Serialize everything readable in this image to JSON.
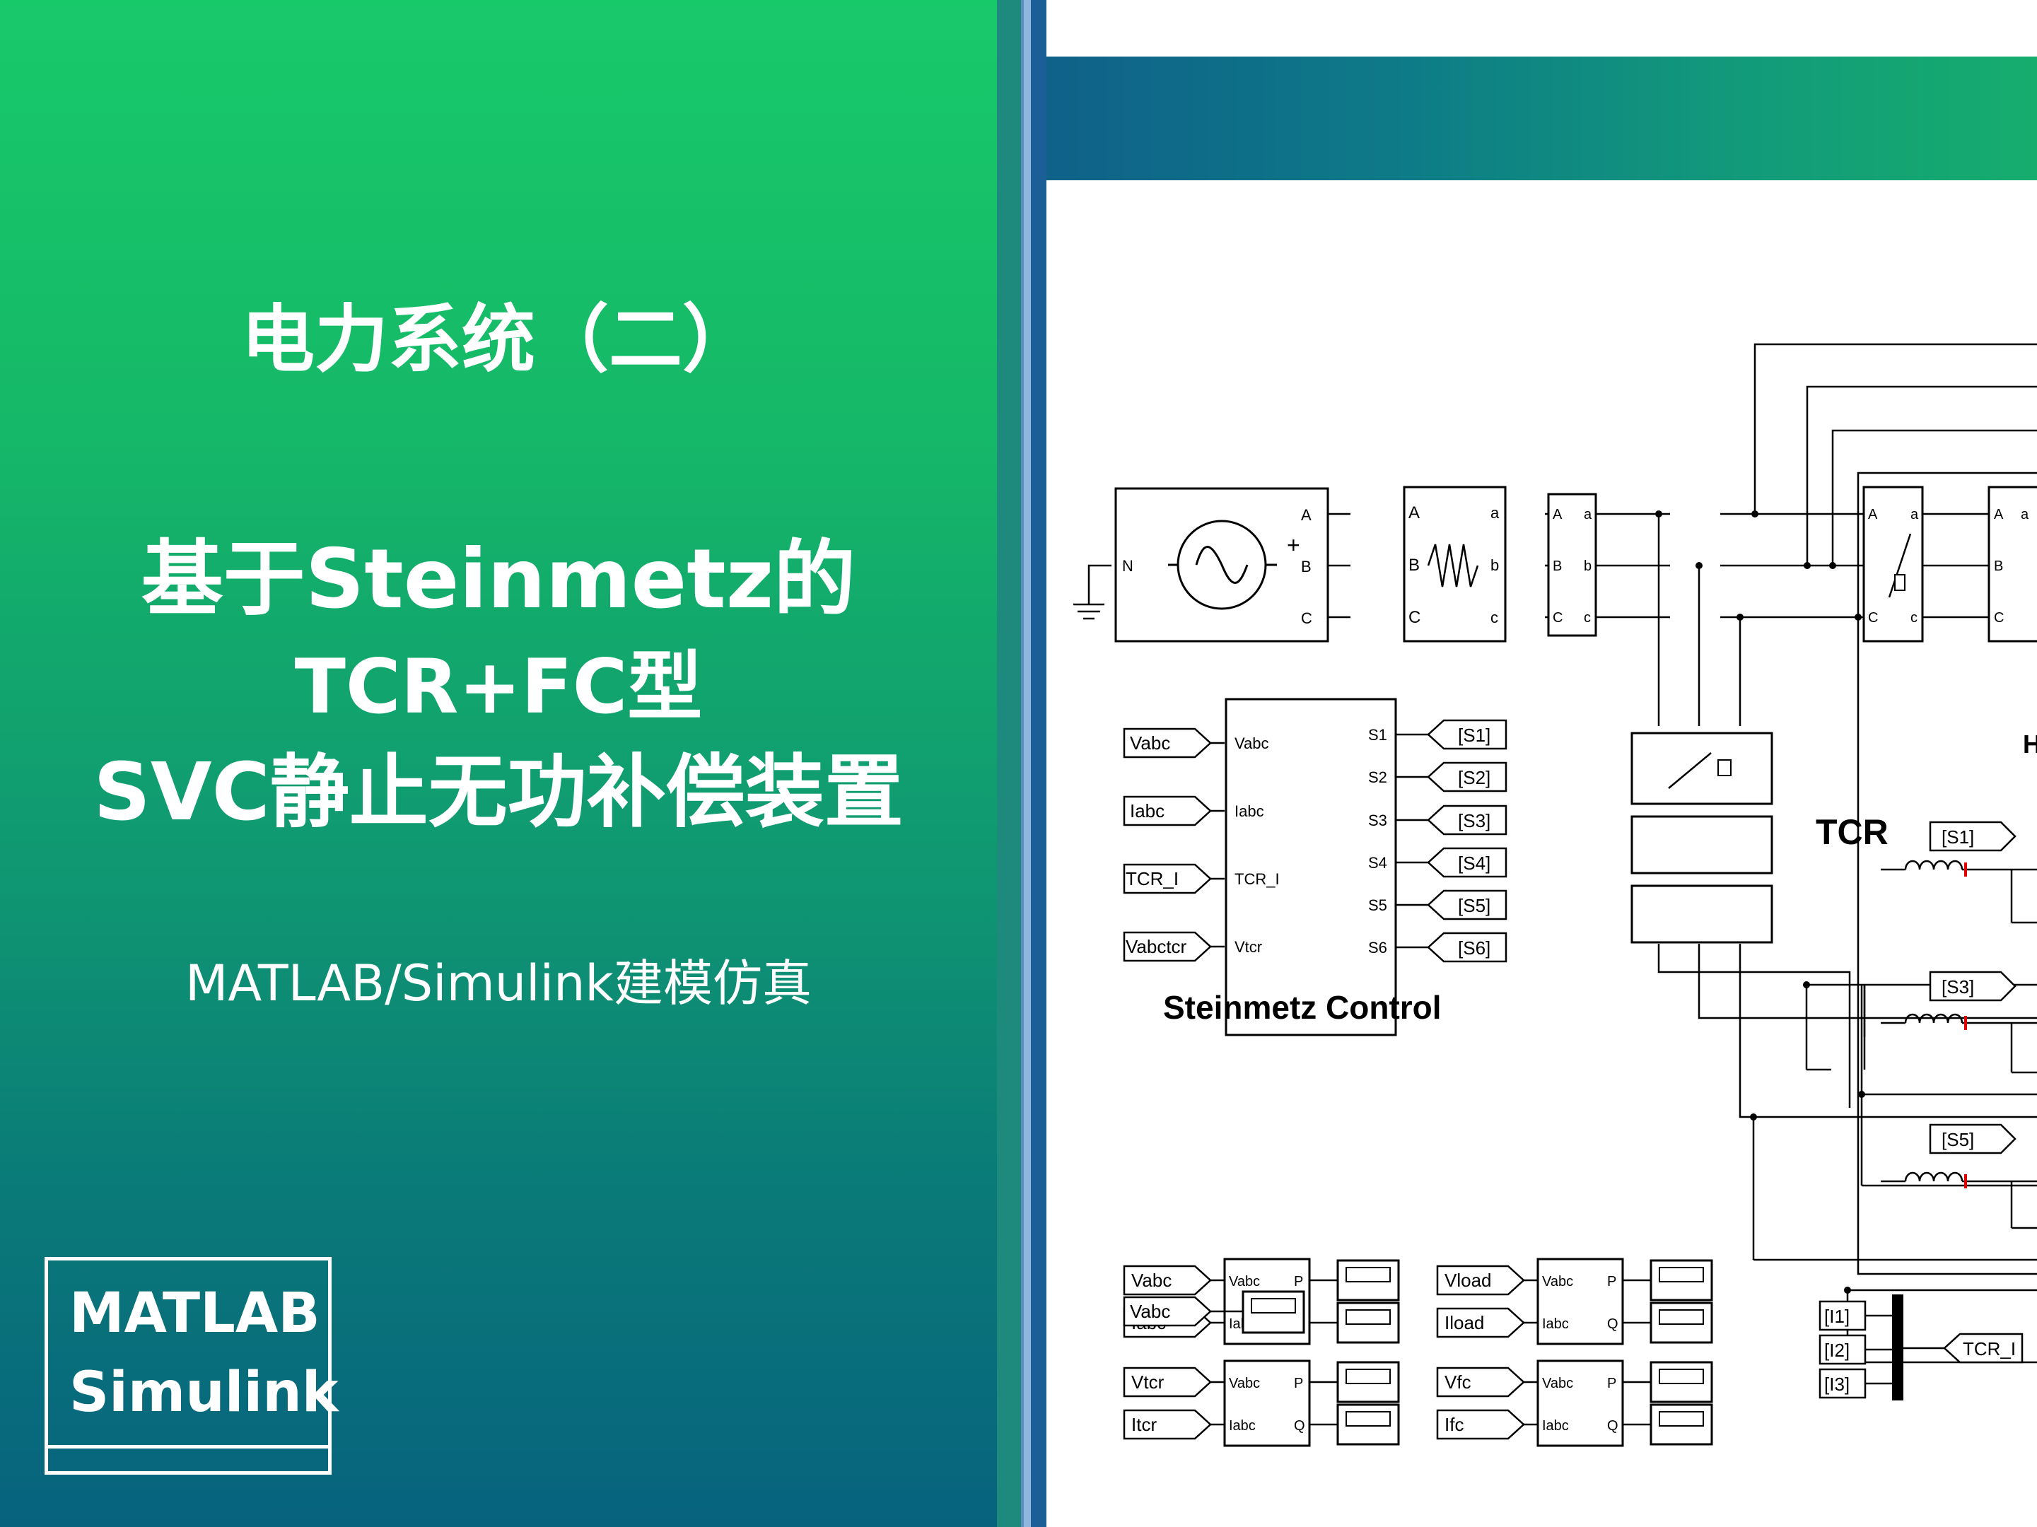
{
  "slide": {
    "title_line1": "电力系统（二）",
    "title_line2": "基于Steinmetz的",
    "title_line3": "TCR+FC型",
    "title_line4": "SVC静止无功补偿装置",
    "subtitle": "MATLAB/Simulink建模仿真",
    "logo_line1": "MATLAB",
    "logo_line2": "Simulink"
  },
  "colors": {
    "gradient_top": "#18c96a",
    "gradient_bottom": "#07627e",
    "band_left": "#0f6189",
    "band_right": "#16ad6e"
  },
  "diagram": {
    "source": {
      "N": "N",
      "A": "A",
      "B": "B",
      "C": "C",
      "plus": "+"
    },
    "phase_upper": [
      "A",
      "B",
      "C"
    ],
    "phase_lower": [
      "a",
      "b",
      "c"
    ],
    "control_block": {
      "title": "Steinmetz Control",
      "inputs": [
        "Vabc",
        "Iabc",
        "TCR_I",
        "Vtcr"
      ],
      "outputs": [
        "S1",
        "S2",
        "S3",
        "S4",
        "S5",
        "S6"
      ],
      "in_tags": [
        "Vabc",
        "Iabc",
        "TCR_I",
        "Vabctcr"
      ],
      "out_tags": [
        "[S1]",
        "[S2]",
        "[S3]",
        "[S4]",
        "[S5]",
        "[S6]"
      ]
    },
    "tcr": {
      "label": "TCR",
      "gates": [
        "[S1]",
        "[S3]",
        "[S5]"
      ],
      "h_label": "H"
    },
    "power_blocks": [
      {
        "in1": "Vabc",
        "in2": "Iabc"
      },
      {
        "in1": "Vtcr",
        "in2": "Itcr"
      },
      {
        "in1": "Vload",
        "in2": "Iload"
      },
      {
        "in1": "Vfc",
        "in2": "Ifc"
      }
    ],
    "power_ports": {
      "in1": "Vabc",
      "in2": "Iabc",
      "out1": "P",
      "out2": "Q"
    },
    "scope_tag": "Vabc",
    "mux_inputs": [
      "[I1]",
      "[I2]",
      "[I3]"
    ],
    "mux_output": "TCR_I"
  }
}
